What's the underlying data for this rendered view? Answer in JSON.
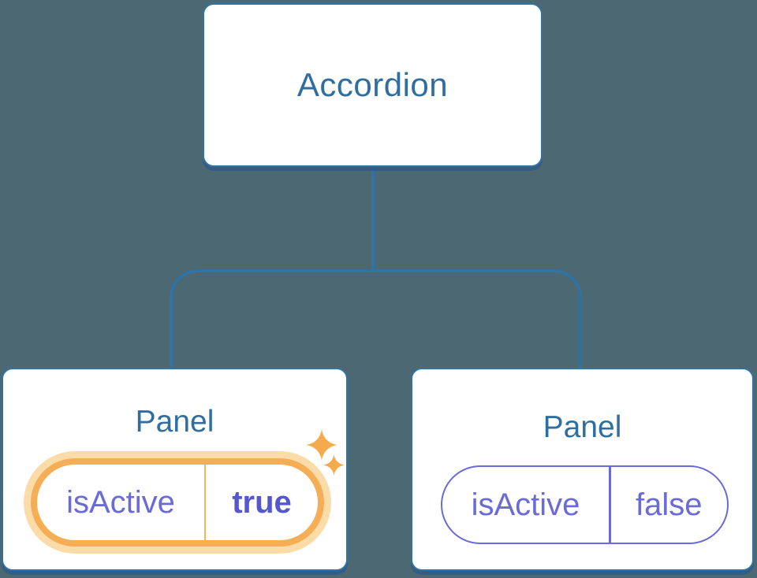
{
  "canvas": {
    "background": "#4C6872"
  },
  "tree": {
    "root": {
      "label": "Accordion"
    },
    "children": [
      {
        "title": "Panel",
        "prop_name": "isActive",
        "prop_value": "true",
        "state": "active",
        "decoration": "sparkles"
      },
      {
        "title": "Panel",
        "prop_name": "isActive",
        "prop_value": "false",
        "state": "inactive",
        "decoration": "none"
      }
    ]
  },
  "icons": {
    "sparkle": "four-point-star"
  },
  "colors": {
    "background": "#4C6872",
    "card_fill": "#FFFFFF",
    "card_border_blue": "#3173A3",
    "card_shadow_blue": "rgba(34,84,146,0.55)",
    "label_text_blue": "#2F6E9E",
    "connector_blue": "#2F72A3",
    "prop_purple": "#6A6AD8",
    "prop_value_active_purple": "#5457CE",
    "highlight_ring_orange": "#F5AE55",
    "highlight_glow_orange": "#FBDCA9",
    "highlight_divider_orange": "#F3B266",
    "sparkle_orange": "#F5AB4D"
  }
}
